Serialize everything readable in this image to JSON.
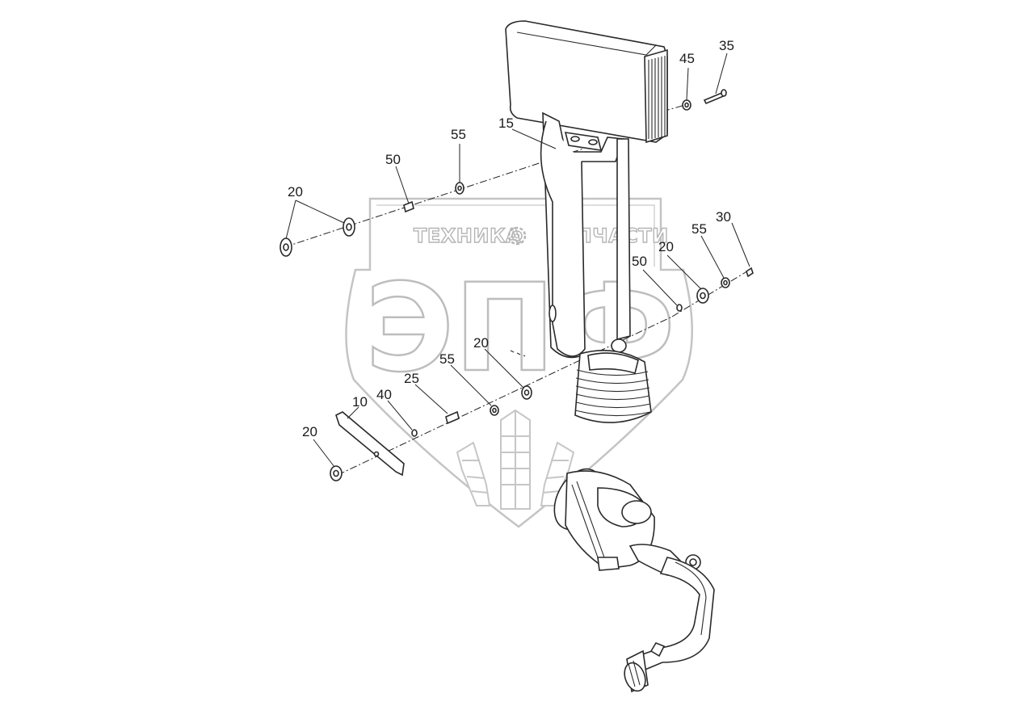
{
  "watermark": {
    "top_left": "ТЕХНИКА",
    "top_right": "ЗАПЧАСТИ",
    "big": "ЭПФ",
    "gear_icon": "gear-icon",
    "color": "#bdbdbd"
  },
  "callouts": [
    {
      "id": "c35",
      "text": "35"
    },
    {
      "id": "c45",
      "text": "45"
    },
    {
      "id": "c15",
      "text": "15"
    },
    {
      "id": "c55a",
      "text": "55"
    },
    {
      "id": "c50a",
      "text": "50"
    },
    {
      "id": "c20a",
      "text": "20"
    },
    {
      "id": "c30",
      "text": "30"
    },
    {
      "id": "c55b",
      "text": "55"
    },
    {
      "id": "c20b",
      "text": "20"
    },
    {
      "id": "c50b",
      "text": "50"
    },
    {
      "id": "c20c",
      "text": "20"
    },
    {
      "id": "c55c",
      "text": "55"
    },
    {
      "id": "c25",
      "text": "25"
    },
    {
      "id": "c40",
      "text": "40"
    },
    {
      "id": "c10",
      "text": "10"
    },
    {
      "id": "c20d",
      "text": "20"
    }
  ]
}
